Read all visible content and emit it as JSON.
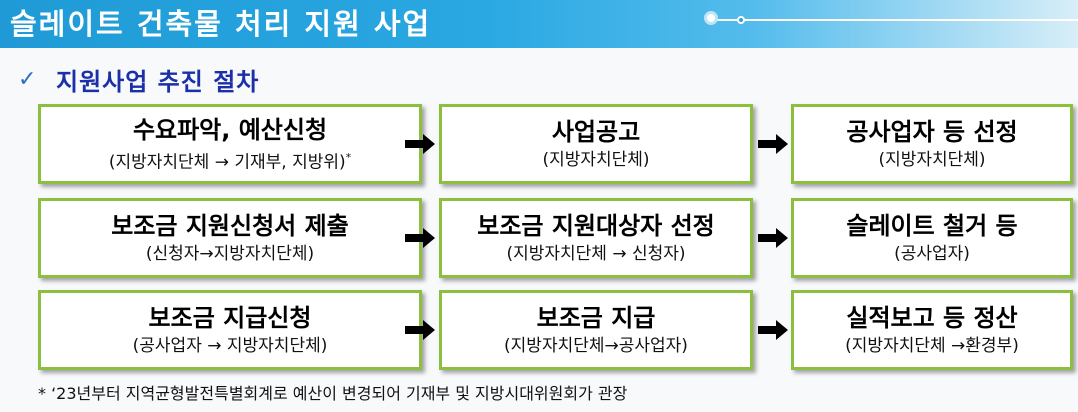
{
  "banner": {
    "title": "슬레이트 건축물 처리 지원 사업"
  },
  "section": {
    "check_mark": "✓",
    "heading": "지원사업 추진 절차"
  },
  "steps": [
    {
      "title": "수요파악, 예산신청",
      "sub": "(지방자치단체 → 기재부, 지방위)",
      "mark": "*"
    },
    {
      "title": "사업공고",
      "sub": "(지방자치단체)"
    },
    {
      "title": "공사업자 등 선정",
      "sub": "(지방자치단체)"
    },
    {
      "title": "보조금 지원신청서 제출",
      "sub": "(신청자→지방자치단체)"
    },
    {
      "title": "보조금 지원대상자 선정",
      "sub": "(지방자치단체 → 신청자)"
    },
    {
      "title": "슬레이트 철거 등",
      "sub": "(공사업자)"
    },
    {
      "title": "보조금 지급신청",
      "sub": "(공사업자 → 지방자치단체)"
    },
    {
      "title": "보조금 지급",
      "sub": "(지방자치단체→공사업자)"
    },
    {
      "title": "실적보고 등 정산",
      "sub": "(지방자치단체 →환경부)"
    }
  ],
  "footnote": "* ‘23년부터 지역균형발전특별회계로 예산이 변경되어 기재부 및 지방시대위원회가 관장",
  "colors": {
    "box_border": "#8cbf3f",
    "heading": "#1a2fa8",
    "banner": "#2aa8e2"
  }
}
